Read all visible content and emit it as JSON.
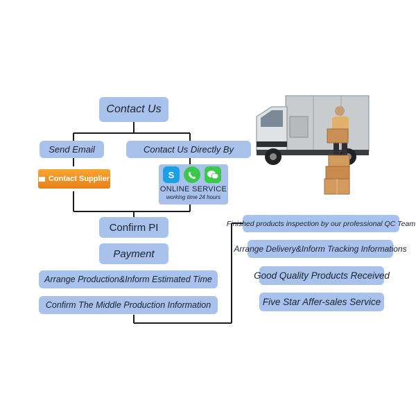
{
  "steps": {
    "contact_us": "Contact  Us",
    "send_email": "Send Email",
    "contact_directly": "Contact Us Directly By",
    "contact_supplier": "Contact Supplier",
    "confirm_pi": "Confirm  PI",
    "payment": "Payment",
    "arrange_production": "Arrange Production&Inform Estimated Time",
    "confirm_middle": "Confirm The Middle Production Information",
    "finished_inspection": "Finished products inspection by  our professional QC  Team",
    "arrange_delivery": "Arrange Delivery&Inform Tracking Informations",
    "good_quality": "Good Quality Products Received",
    "five_star": "Five Star Affer-sales Service"
  },
  "online_service": {
    "title": "ONLINE SERVICE",
    "subtitle": "working time 24 hours",
    "apps": [
      "skype-icon",
      "whatsapp-icon",
      "wechat-icon"
    ]
  },
  "colors": {
    "box": "#a9c2ec",
    "line": "#1a1a1a",
    "button": "#f09022"
  }
}
